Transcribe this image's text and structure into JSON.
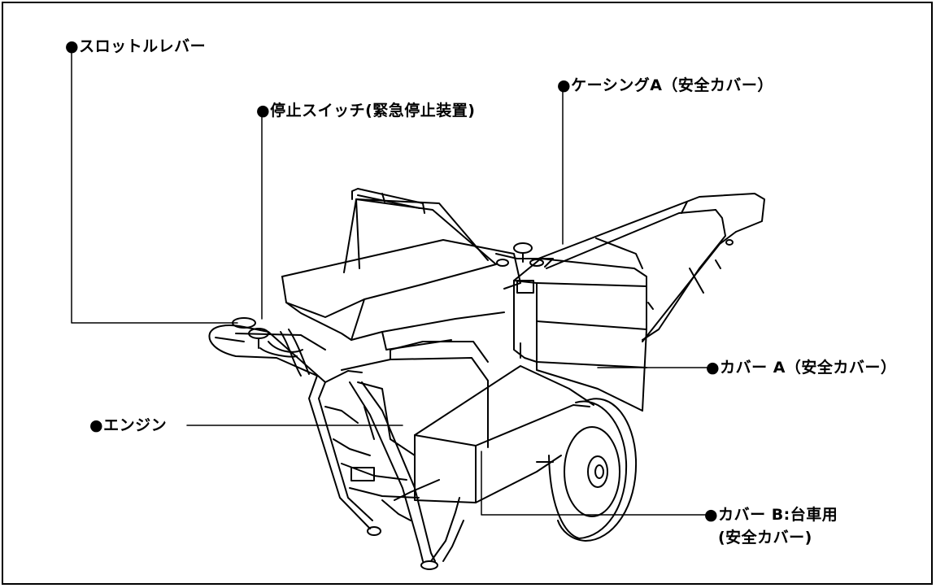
{
  "labels": {
    "throttle_lever": "●スロットルレバー",
    "stop_switch": "●停止スイッチ(緊急停止装置)",
    "casing_a": "●ケーシングA（安全カバー）",
    "cover_a": "●カバー A（安全カバー）",
    "engine": "●エンジン",
    "cover_b_line1": "●カバー B:台車用",
    "cover_b_line2": "(安全カバー)"
  }
}
